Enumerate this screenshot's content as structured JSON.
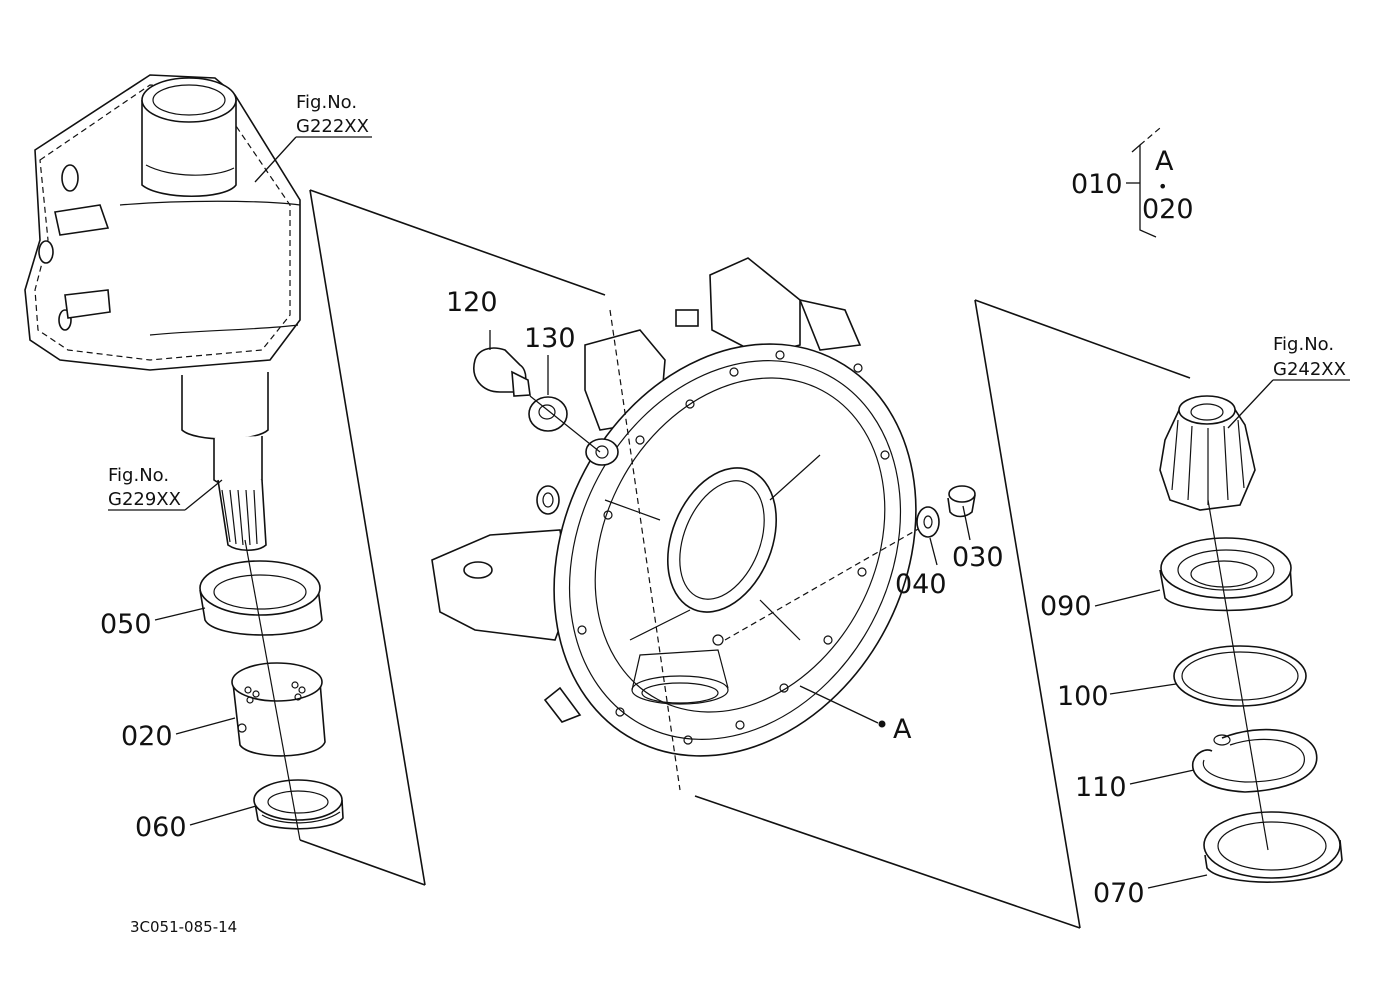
{
  "figure_refs": {
    "g222": {
      "line1": "Fig.No.",
      "line2": "G222XX"
    },
    "g229": {
      "line1": "Fig.No.",
      "line2": "G229XX"
    },
    "g242": {
      "line1": "Fig.No.",
      "line2": "G242XX"
    }
  },
  "legend": {
    "set": "010",
    "letter": "A",
    "dot": "•",
    "item": "020"
  },
  "parts": {
    "p120": "120",
    "p130": "130",
    "p050": "050",
    "p020": "020",
    "p060": "060",
    "p040": "040",
    "p030": "030",
    "p090": "090",
    "p100": "100",
    "p110": "110",
    "p070": "070"
  },
  "callout_a": "A",
  "drawing_code": "3C051-085-14"
}
